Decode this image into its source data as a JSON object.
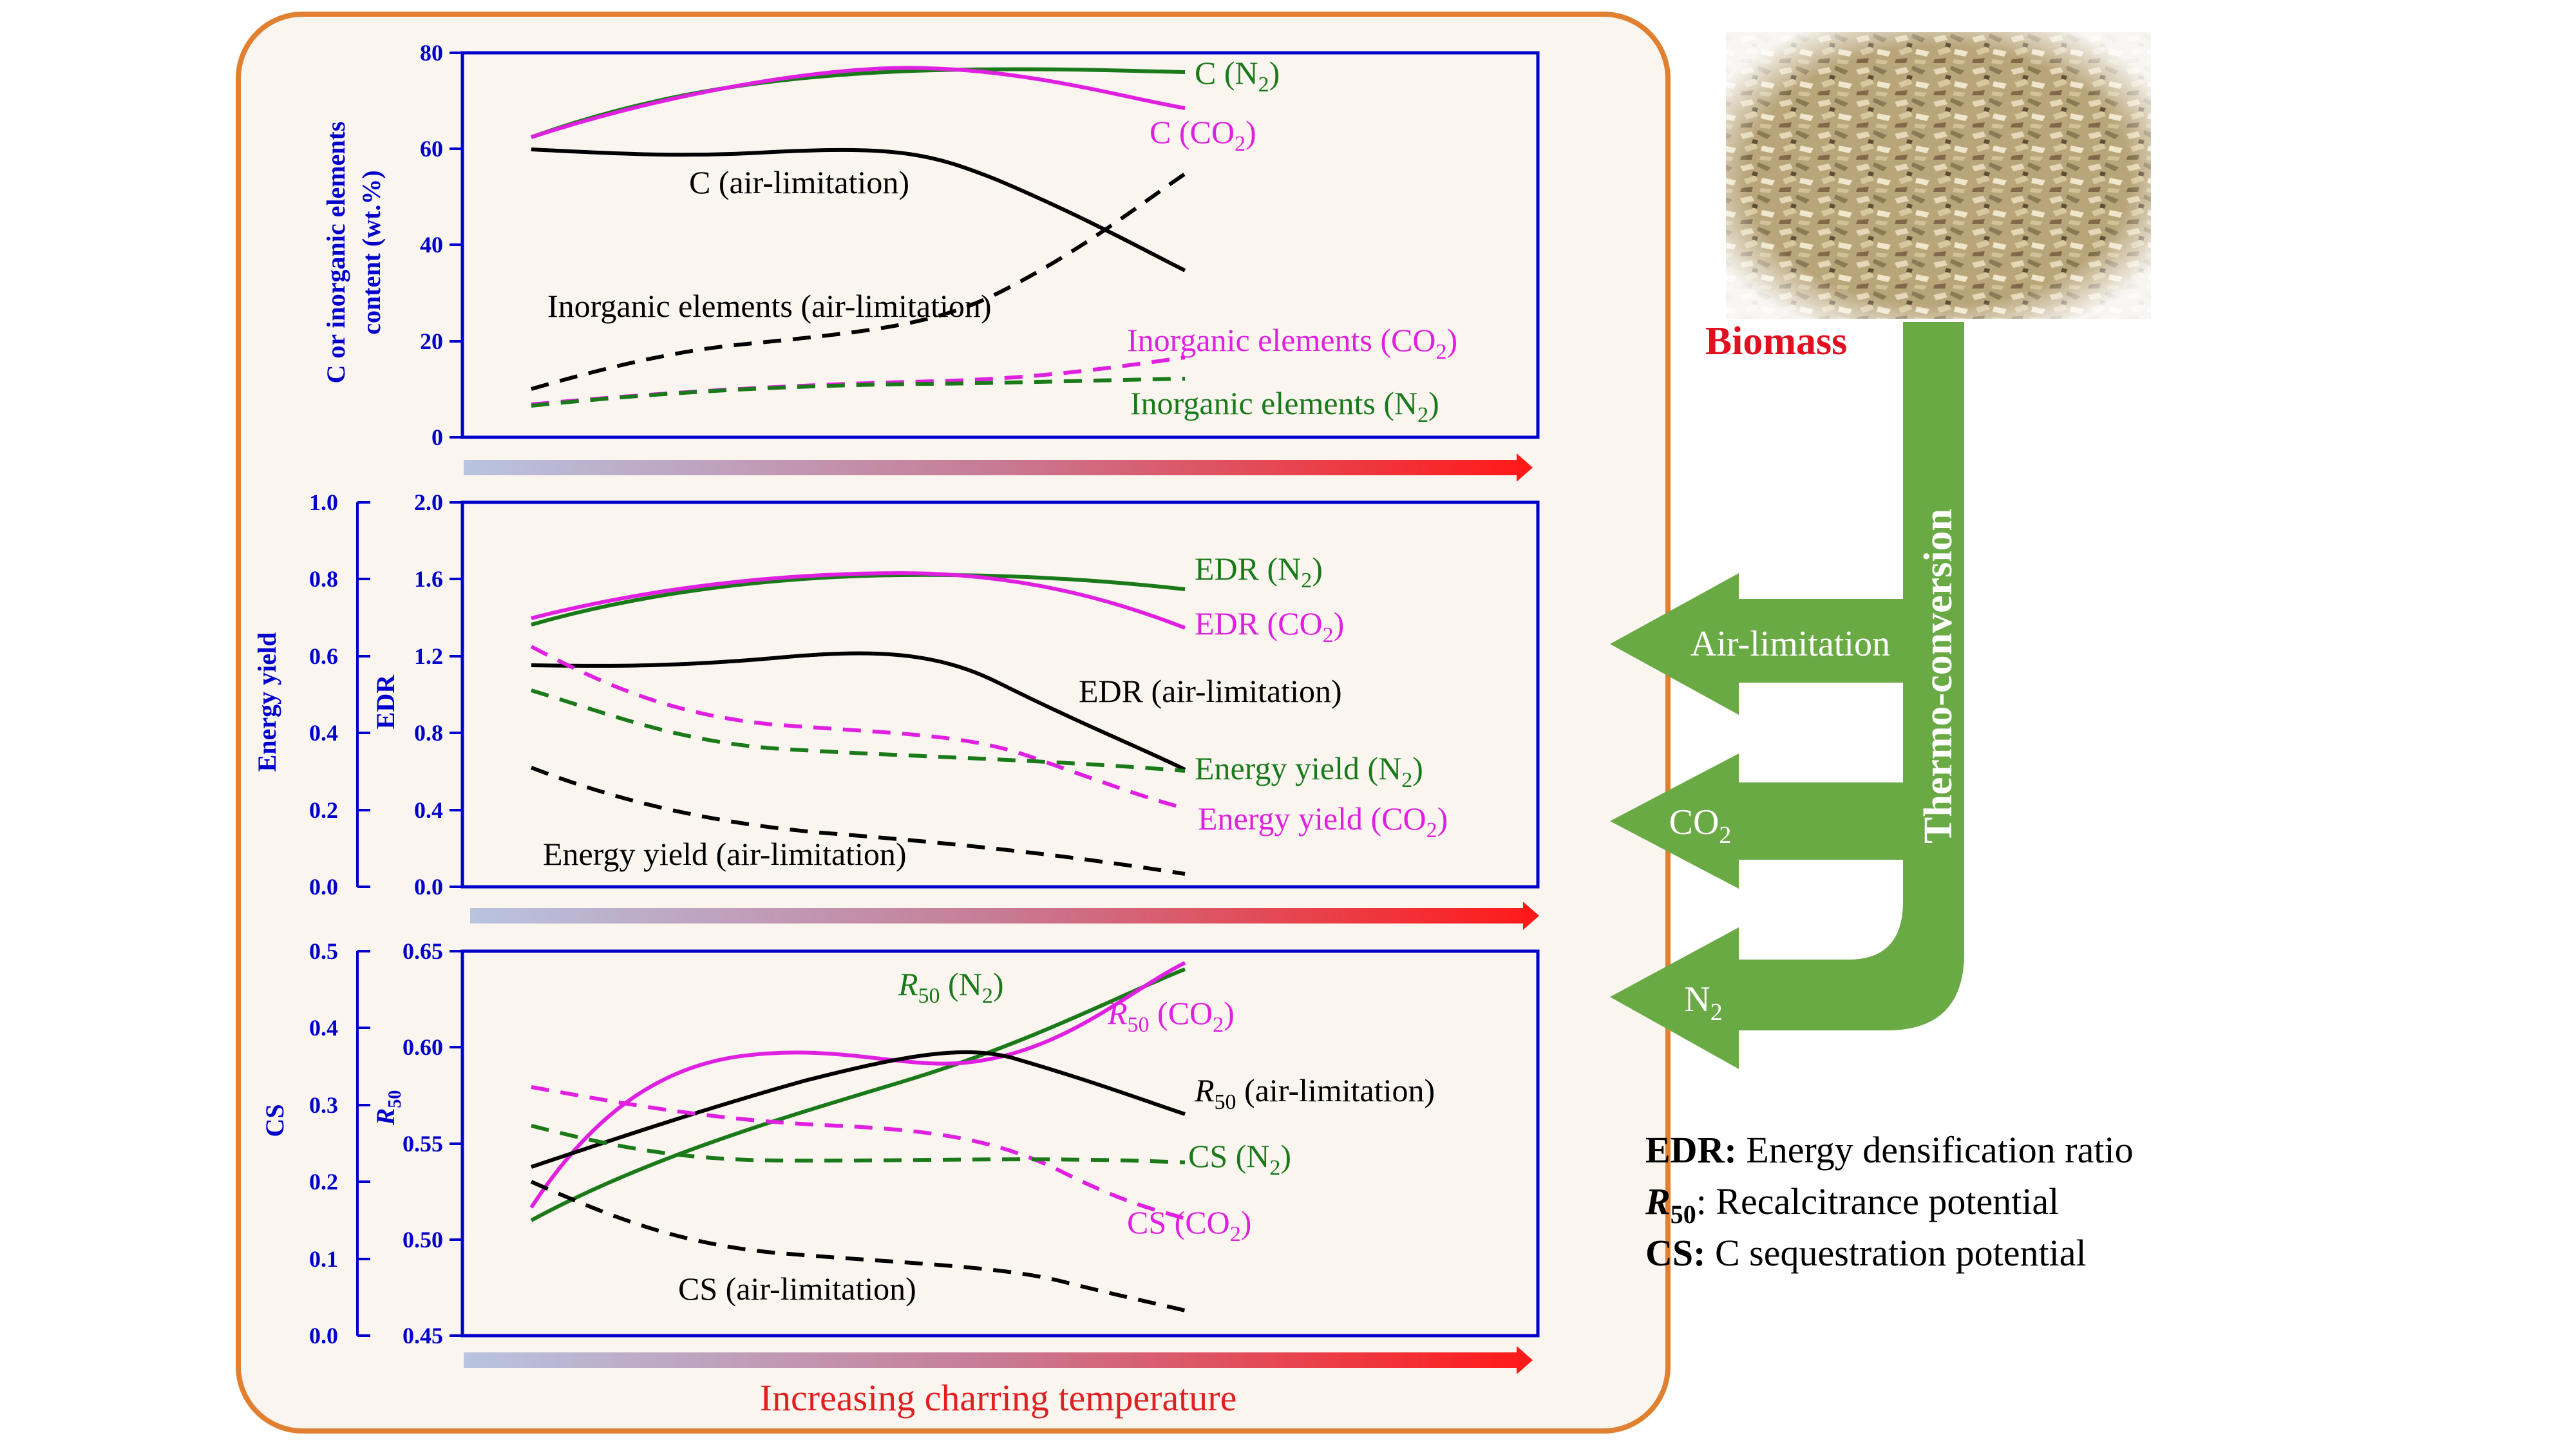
{
  "panels": {
    "top": {
      "ylabel_line1": "C or inorganic elements",
      "ylabel_line2": "content (wt.%)",
      "ticks": [
        "0",
        "20",
        "40",
        "60",
        "80"
      ],
      "labels": {
        "c_n2": "C (N",
        "c_co2": "C (CO",
        "c_air": "C  (air-limitation)",
        "inorg_air": "Inorganic elements  (air-limitation)",
        "inorg_co2": "Inorganic elements  (CO",
        "inorg_n2": "Inorganic elements  (N"
      }
    },
    "middle": {
      "ylabel_left": "Energy yield",
      "ylabel_right": "EDR",
      "ticks_left": [
        "0.0",
        "0.2",
        "0.4",
        "0.6",
        "0.8",
        "1.0"
      ],
      "ticks_right": [
        "0.0",
        "0.4",
        "0.8",
        "1.2",
        "1.6",
        "2.0"
      ],
      "labels": {
        "edr_n2": "EDR (N",
        "edr_co2": "EDR (CO",
        "edr_air": "EDR  (air-limitation)",
        "ey_n2": "Energy yield (N",
        "ey_co2": "Energy yield (CO",
        "ey_air": "Energy yield (air-limitation)"
      }
    },
    "bottom": {
      "ylabel_left": "CS",
      "ylabel_right_main": "R",
      "ylabel_right_sub": "50",
      "ticks_left": [
        "0.0",
        "0.1",
        "0.2",
        "0.3",
        "0.4",
        "0.5"
      ],
      "ticks_right": [
        "0.45",
        "0.50",
        "0.55",
        "0.60",
        "0.65"
      ],
      "labels": {
        "r50_n2": "(N",
        "r50_co2": "(CO",
        "r50_air": "(air-limitation)",
        "r50_sym": "R",
        "r50_sub": "50",
        "cs_n2": "CS  (N",
        "cs_co2": "CS  (CO",
        "cs_air": "CS (air-limitation)"
      }
    },
    "sub2": "2",
    "xlabel": "Increasing charring temperature"
  },
  "flow": {
    "biomass_label": "Biomass",
    "thermo_label": "Thermo-conversion",
    "arrow_air": "Air-limitation",
    "arrow_co2": "CO",
    "arrow_n2": "N",
    "sub2": "2"
  },
  "legend": {
    "edr_key": "EDR:",
    "edr_text": " Energy densification ratio",
    "r50_key": "R",
    "r50_sub": "50",
    "r50_text": ": Recalcitrance potential",
    "cs_key": "CS:",
    "cs_text": " C sequestration potential"
  },
  "colors": {
    "n2": "#1a7a1a",
    "co2": "#e020e0",
    "air": "#000000",
    "axis": "#0000cc",
    "frame": "#e08030",
    "frame_fill": "#fbf5f0",
    "flow": "#6aaa45",
    "biomass_text": "#e01020",
    "temp_text": "#e02020"
  }
}
